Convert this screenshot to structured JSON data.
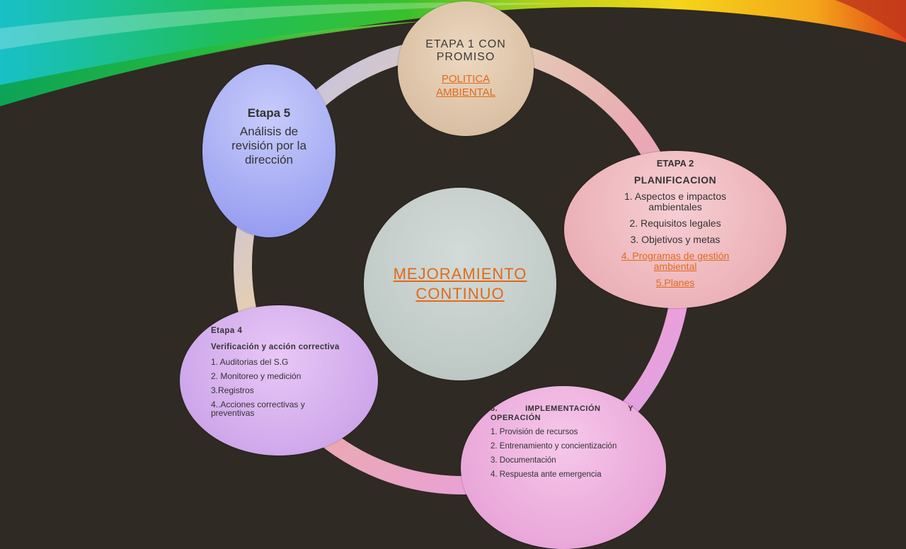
{
  "center": {
    "title": "MEJORAMIENTO CONTINUO"
  },
  "stage1": {
    "heading": "ETAPA 1 CONPROMISO",
    "link": "POLITICA AMBIENTAL"
  },
  "stage2": {
    "heading": "ETAPA 2",
    "subheading": "PLANIFICACION",
    "items": [
      "1. Aspectos e impactos ambientales",
      "2. Requisitos legales",
      "3. Objetivos y metas",
      "4. Programas de  gestión ambiental",
      "5.Planes"
    ]
  },
  "stage3": {
    "heading": "3. IMPLEMENTACIÓN Y",
    "heading_cont": "OPERACIÓN",
    "items": [
      "1. Provisión de recursos",
      "2. Entrenamiento y concientización",
      "3. Documentación",
      "4. Respuesta  ante emergencia"
    ]
  },
  "stage4": {
    "heading": "Etapa 4",
    "subheading": "Verificación y acción correctiva",
    "items": [
      "1. Auditorias del  S.G",
      "2. Monitoreo y medición",
      "3.Registros",
      "4..Acciones correctivas y preventivas"
    ]
  },
  "stage5": {
    "heading": "Etapa 5",
    "text": "Análisis de revisión  por la dirección"
  },
  "colors": {
    "background": "#2f2a23",
    "link": "#e06a1a",
    "stage1": "#e1c7aa",
    "stage2": "#eeb8bf",
    "stage3": "#eeb0df",
    "stage4": "#d6b1ee",
    "stage5": "#a9aff4",
    "center": "#c4cdca"
  }
}
